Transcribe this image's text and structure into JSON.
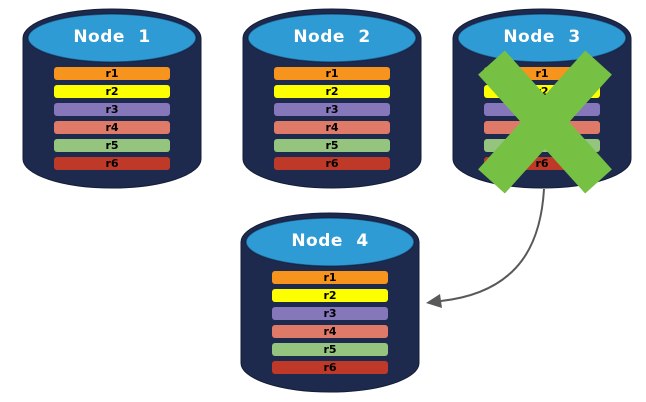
{
  "canvas": {
    "bg": "#ffffff"
  },
  "colors": {
    "canvas_bg": "#ffffff",
    "cylinder_body": "#1e2a4d",
    "cylinder_top": "#2f9bd5",
    "cylinder_outline": "#131d38",
    "title_text": "#ffffff",
    "row_text": "#000000",
    "failure_x": "#76c043",
    "arrow": "#595959"
  },
  "nodes": [
    {
      "title": "Node 1",
      "failed": false,
      "rows": [
        {
          "label": "r1",
          "color": "#f7941e"
        },
        {
          "label": "r2",
          "color": "#fdff00"
        },
        {
          "label": "r3",
          "color": "#8577b9"
        },
        {
          "label": "r4",
          "color": "#df7a68"
        },
        {
          "label": "r5",
          "color": "#94c47e"
        },
        {
          "label": "r6",
          "color": "#be3928"
        }
      ]
    },
    {
      "title": "Node 2",
      "failed": false,
      "rows": [
        {
          "label": "r1",
          "color": "#f7941e"
        },
        {
          "label": "r2",
          "color": "#fdff00"
        },
        {
          "label": "r3",
          "color": "#8577b9"
        },
        {
          "label": "r4",
          "color": "#df7a68"
        },
        {
          "label": "r5",
          "color": "#94c47e"
        },
        {
          "label": "r6",
          "color": "#be3928"
        }
      ]
    },
    {
      "title": "Node 3",
      "failed": true,
      "rows": [
        {
          "label": "r1",
          "color": "#f7941e"
        },
        {
          "label": "r2",
          "color": "#fdff00"
        },
        {
          "label": "r3",
          "color": "#8577b9"
        },
        {
          "label": "r4",
          "color": "#df7a68"
        },
        {
          "label": "r5",
          "color": "#94c47e"
        },
        {
          "label": "r6",
          "color": "#be3928"
        }
      ]
    },
    {
      "title": "Node 4",
      "failed": false,
      "rows": [
        {
          "label": "r1",
          "color": "#f7941e"
        },
        {
          "label": "r2",
          "color": "#fdff00"
        },
        {
          "label": "r3",
          "color": "#8577b9"
        },
        {
          "label": "r4",
          "color": "#df7a68"
        },
        {
          "label": "r5",
          "color": "#94c47e"
        },
        {
          "label": "r6",
          "color": "#be3928"
        }
      ]
    }
  ],
  "arrow": {
    "from": "Node 3",
    "to": "Node 4"
  }
}
